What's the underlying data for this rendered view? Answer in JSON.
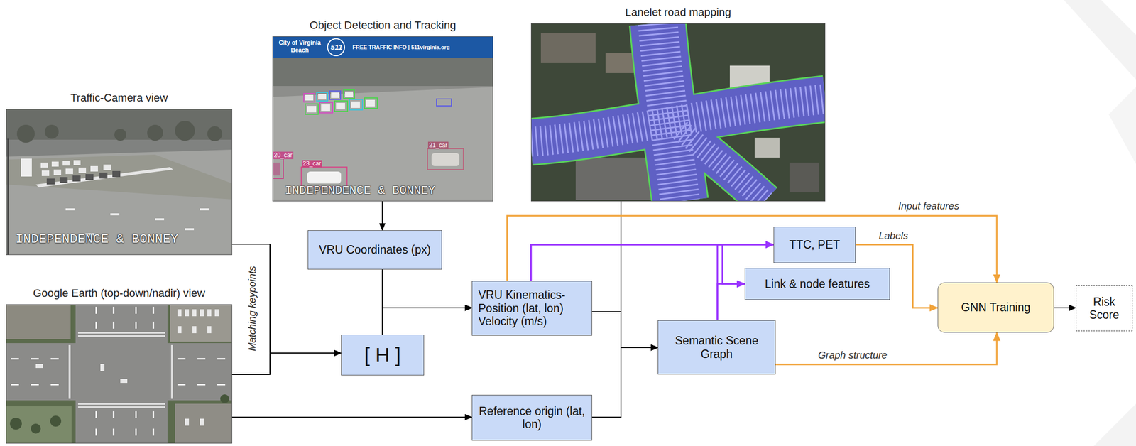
{
  "diagram": {
    "nodes": [
      {
        "text": [
          "Traffic-Camera view",
          "INDEPENDENCE & BONNEY"
        ]
      },
      {
        "text": [
          "Google Earth (top-down/nadir) view"
        ]
      },
      {
        "text": [
          "Object Detection and Tracking",
          "City of Virginia Beach",
          "511",
          "FREE TRAFFIC INFO | 511virginia.org",
          "20_car",
          "23_car",
          "21_car",
          "INDEPENDENCE & BONNEY"
        ]
      },
      {
        "text": [
          "Lanelet road mapping"
        ]
      },
      {
        "text": [
          "VRU Coordinates (px)"
        ]
      },
      {
        "text": [
          "[ H ]"
        ]
      },
      {
        "text": [
          "VRU Kinematics- Position (lat, lon) Velocity (m/s)"
        ]
      },
      {
        "text": [
          "Reference origin (lat, lon)"
        ]
      },
      {
        "text": [
          "TTC, PET"
        ]
      },
      {
        "text": [
          "Link & node features"
        ]
      },
      {
        "text": [
          "Semantic Scene Graph"
        ]
      },
      {
        "text": [
          "GNN Training"
        ]
      },
      {
        "text": [
          "Risk Score"
        ]
      }
    ],
    "edges": [
      {
        "from": 0,
        "to": 5,
        "arrow": "to"
      },
      {
        "from": 1,
        "to": 5,
        "arrow": "to"
      },
      {
        "from": 2,
        "to": 4,
        "arrow": "to"
      },
      {
        "from": 4,
        "to": 6,
        "arrow": "to"
      },
      {
        "from": 5,
        "to": 6,
        "arrow": "to"
      },
      {
        "from": 1,
        "to": 7,
        "arrow": "to"
      },
      {
        "from": 7,
        "to": 10,
        "arrow": "to"
      },
      {
        "from": 6,
        "to": 10,
        "arrow": "to"
      },
      {
        "from": 3,
        "to": 10,
        "arrow": "to"
      },
      {
        "from": 6,
        "to": 11,
        "label": "Input features",
        "arrow": "to"
      },
      {
        "from": 6,
        "to": 8,
        "arrow": "to"
      },
      {
        "from": 6,
        "to": 9,
        "arrow": "to"
      },
      {
        "from": 10,
        "to": 8,
        "arrow": "to"
      },
      {
        "from": 10,
        "to": 9,
        "arrow": "to"
      },
      {
        "from": 8,
        "to": 11,
        "label": "Labels",
        "arrow": "to"
      },
      {
        "from": 10,
        "to": 11,
        "label": "Graph structure",
        "arrow": "to"
      },
      {
        "from": 11,
        "to": 12,
        "arrow": "to"
      }
    ],
    "labels": [
      "Matching keypoints"
    ]
  }
}
